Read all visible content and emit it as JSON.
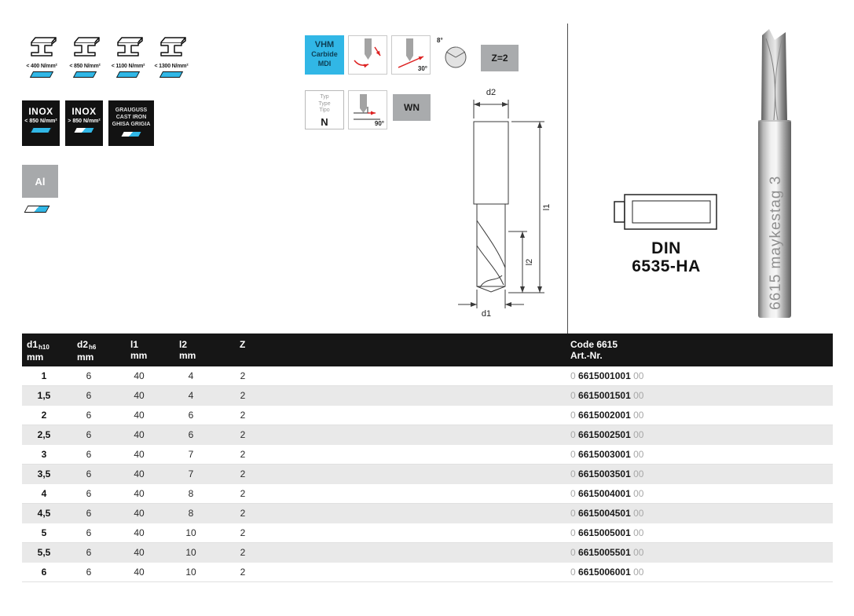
{
  "colors": {
    "cyan": "#31b7e6",
    "header_black": "#161616",
    "badge_gray": "#a9abad",
    "code_dim": "#a8a8a8"
  },
  "materials": {
    "steel": [
      {
        "label": "< 400 N/mm²"
      },
      {
        "label": "< 850 N/mm²"
      },
      {
        "label": "< 1100 N/mm²"
      },
      {
        "label": "< 1300 N/mm²"
      }
    ],
    "inox": [
      {
        "title": "INOX",
        "label": "< 850 N/mm²"
      },
      {
        "title": "INOX",
        "label": "> 850 N/mm²"
      }
    ],
    "cast_iron": {
      "line1": "GRAUGUSS",
      "line2": "CAST IRON",
      "line3": "GHISA GRIGIA"
    },
    "aluminum": {
      "label": "Al"
    }
  },
  "properties": {
    "coating": {
      "line1": "VHM",
      "line2": "Carbide",
      "line3": "MDI"
    },
    "angle_30": "30°",
    "angle_8": "8°",
    "flutes": "Z=2",
    "type": {
      "line1": "Typ",
      "line2": "Type",
      "line3": "Tipo",
      "value": "N"
    },
    "angle_90": "90°",
    "shank_code": "WN"
  },
  "diagram": {
    "d2": "d2",
    "l1": "l1",
    "l2": "l2",
    "d1": "d1"
  },
  "shank_standard": {
    "line1": "DIN",
    "line2": "6535-HA"
  },
  "tool_photo": {
    "engraving": "6615 maykestag 3"
  },
  "table": {
    "headers": {
      "col1_name": "d1",
      "col1_sub": "h10",
      "col1_unit": "mm",
      "col2_name": "d2",
      "col2_sub": "h6",
      "col2_unit": "mm",
      "col3_name": "l1",
      "col3_unit": "mm",
      "col4_name": "l2",
      "col4_unit": "mm",
      "col5_name": "Z",
      "code_line1": "Code 6615",
      "code_line2": "Art.-Nr."
    },
    "rows": [
      {
        "d1": "1",
        "d2": "6",
        "l1": "40",
        "l2": "4",
        "z": "2",
        "code_prefix": "0",
        "code": "6615001001",
        "code_suffix": "00"
      },
      {
        "d1": "1,5",
        "d2": "6",
        "l1": "40",
        "l2": "4",
        "z": "2",
        "code_prefix": "0",
        "code": "6615001501",
        "code_suffix": "00"
      },
      {
        "d1": "2",
        "d2": "6",
        "l1": "40",
        "l2": "6",
        "z": "2",
        "code_prefix": "0",
        "code": "6615002001",
        "code_suffix": "00"
      },
      {
        "d1": "2,5",
        "d2": "6",
        "l1": "40",
        "l2": "6",
        "z": "2",
        "code_prefix": "0",
        "code": "6615002501",
        "code_suffix": "00"
      },
      {
        "d1": "3",
        "d2": "6",
        "l1": "40",
        "l2": "7",
        "z": "2",
        "code_prefix": "0",
        "code": "6615003001",
        "code_suffix": "00"
      },
      {
        "d1": "3,5",
        "d2": "6",
        "l1": "40",
        "l2": "7",
        "z": "2",
        "code_prefix": "0",
        "code": "6615003501",
        "code_suffix": "00"
      },
      {
        "d1": "4",
        "d2": "6",
        "l1": "40",
        "l2": "8",
        "z": "2",
        "code_prefix": "0",
        "code": "6615004001",
        "code_suffix": "00"
      },
      {
        "d1": "4,5",
        "d2": "6",
        "l1": "40",
        "l2": "8",
        "z": "2",
        "code_prefix": "0",
        "code": "6615004501",
        "code_suffix": "00"
      },
      {
        "d1": "5",
        "d2": "6",
        "l1": "40",
        "l2": "10",
        "z": "2",
        "code_prefix": "0",
        "code": "6615005001",
        "code_suffix": "00"
      },
      {
        "d1": "5,5",
        "d2": "6",
        "l1": "40",
        "l2": "10",
        "z": "2",
        "code_prefix": "0",
        "code": "6615005501",
        "code_suffix": "00"
      },
      {
        "d1": "6",
        "d2": "6",
        "l1": "40",
        "l2": "10",
        "z": "2",
        "code_prefix": "0",
        "code": "6615006001",
        "code_suffix": "00"
      }
    ]
  }
}
